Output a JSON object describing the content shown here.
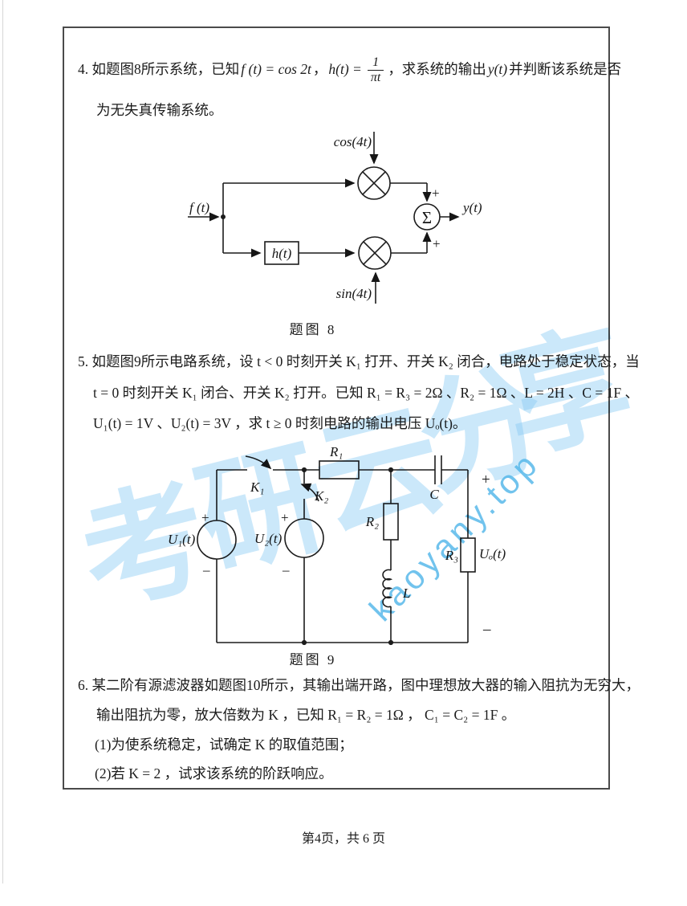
{
  "page": {
    "footer": "第4页，共 6 页",
    "watermark_site": "kaoyany.top",
    "watermark_chars": [
      "考",
      "研",
      "云",
      "分",
      "享"
    ]
  },
  "problem4": {
    "seg_a": "4. 如题图8所示系统，已知",
    "seg_f": "f (t) = cos 2t",
    "seg_comma": "，",
    "seg_h": "h(t) =",
    "frac_num": "1",
    "frac_den": "πt",
    "seg_b": "，求系统的输出",
    "seg_y": "y(t)",
    "seg_c": "并判断该系统是否",
    "line2": "为无失真传输系统。"
  },
  "fig8": {
    "caption": "题图  8",
    "cos_label": "cos(4t)",
    "sin_label": "sin(4t)",
    "f_label": "f (t)",
    "h_label": "h(t)",
    "sum_label": "Σ",
    "y_label": "y(t)",
    "plus_top": "+",
    "plus_bottom": "+"
  },
  "problem5": {
    "line1": "5. 如题图9所示电路系统，设 t < 0 时刻开关 K₁ 打开、开关 K₂ 闭合，电路处于稳定状态，当",
    "line2": "t = 0 时刻开关 K₁ 闭合、开关 K₂ 打开。已知 R₁ = R₃ = 2Ω 、R₂ = 1Ω 、L = 2H 、C = 1F 、",
    "line3": "U₁(t) = 1V 、U₂(t) = 3V ，求 t ≥ 0 时刻电路的输出电压 Uₒ(t)。"
  },
  "fig9": {
    "caption": "题图  9",
    "u1_label": "U₁(t)",
    "u2_label": "U₂(t)",
    "k1_label": "K₁",
    "k2_label": "K₂",
    "r1_label": "R₁",
    "r2_label": "R₂",
    "r3_label": "R₃",
    "c_label": "C",
    "l_label": "L",
    "uo_label": "Uₒ(t)",
    "plus": "+",
    "minus": "–"
  },
  "problem6": {
    "line1": "6. 某二阶有源滤波器如题图10所示，其输出端开路，图中理想放大器的输入阻抗为无穷大，",
    "line2": "输出阻抗为零，放大倍数为 K ，已知 R₁ = R₂ = 1Ω ， C₁ = C₂ = 1F 。",
    "line3": "(1)为使系统稳定，试确定 K 的取值范围；",
    "line4": "(2)若 K = 2 ，试求该系统的阶跃响应。"
  }
}
